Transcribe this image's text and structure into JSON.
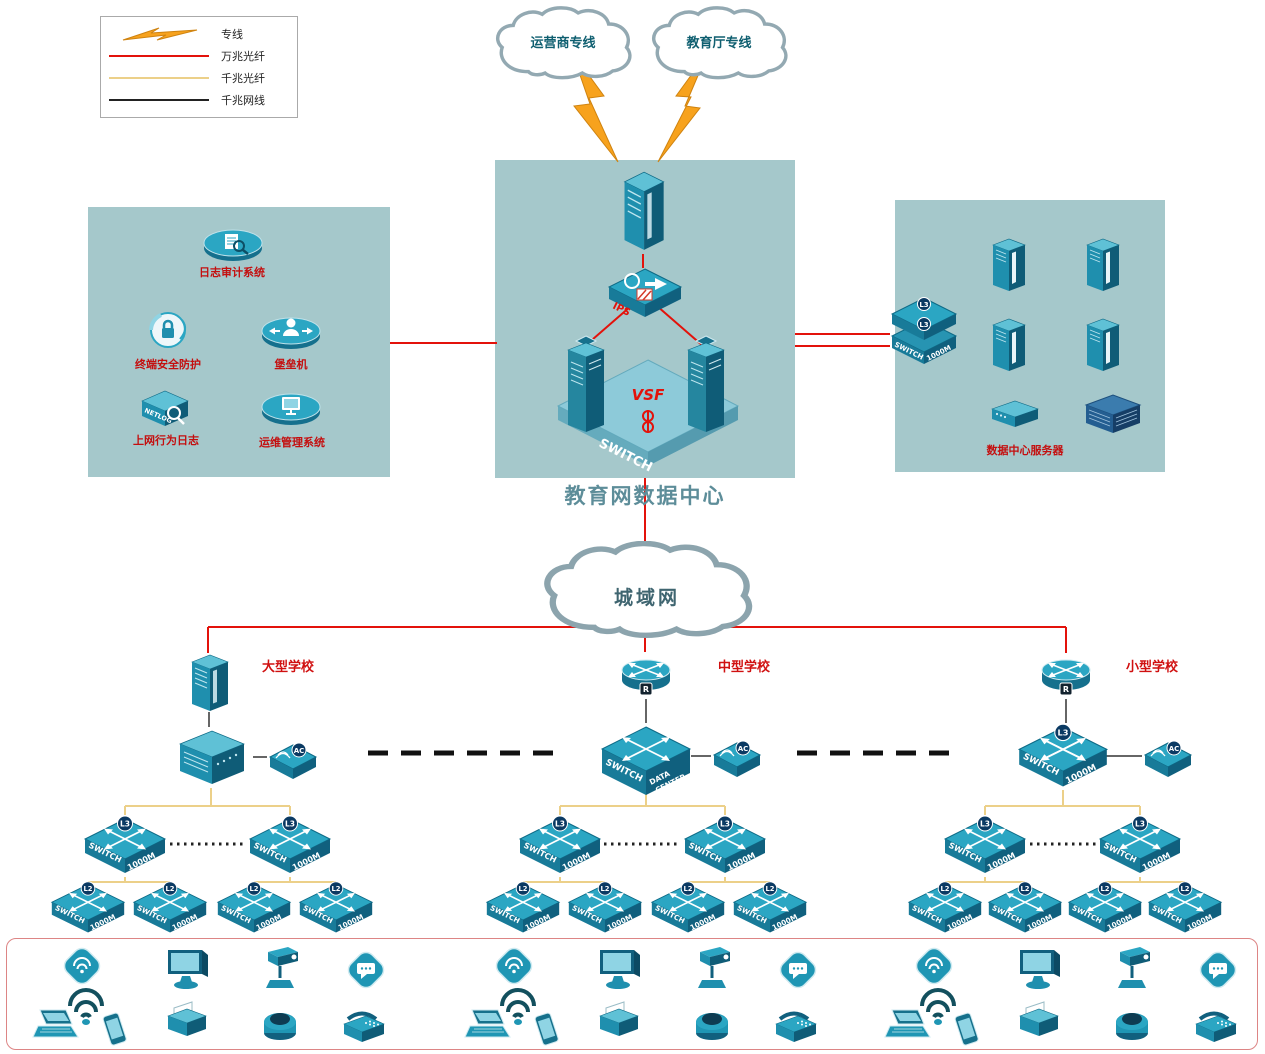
{
  "legend": {
    "items": [
      {
        "label": "专线"
      },
      {
        "label": "万兆光纤"
      },
      {
        "label": "千兆光纤"
      },
      {
        "label": "千兆网线"
      }
    ]
  },
  "top_clouds": {
    "carrier": "运营商专线",
    "education": "教育厅专线"
  },
  "man_cloud": {
    "label": "城域网"
  },
  "datacenter": {
    "title": "教育网数据中心",
    "ips_label": "IPS",
    "vsf_label": "VSF",
    "switch_label": "SWITCH"
  },
  "security_panel": {
    "labels": {
      "audit": "日志审计系统",
      "endpoint": "终端安全防护",
      "bastion": "堡垒机",
      "netlog": "上网行为日志",
      "ops": "运维管理系统"
    },
    "netlog_text": "NETLOG"
  },
  "server_panel": {
    "label": "数据中心服务器"
  },
  "schools": {
    "large": "大型学校",
    "medium": "中型学校",
    "small": "小型学校"
  },
  "switches": {
    "sw": "SWITCH",
    "speed": "1000M",
    "l3_badge": "L3",
    "l2_badge": "L2",
    "ac_badge": "AC",
    "router_badge": "R",
    "core_right1": "DATA",
    "core_right2": "CENTER"
  }
}
